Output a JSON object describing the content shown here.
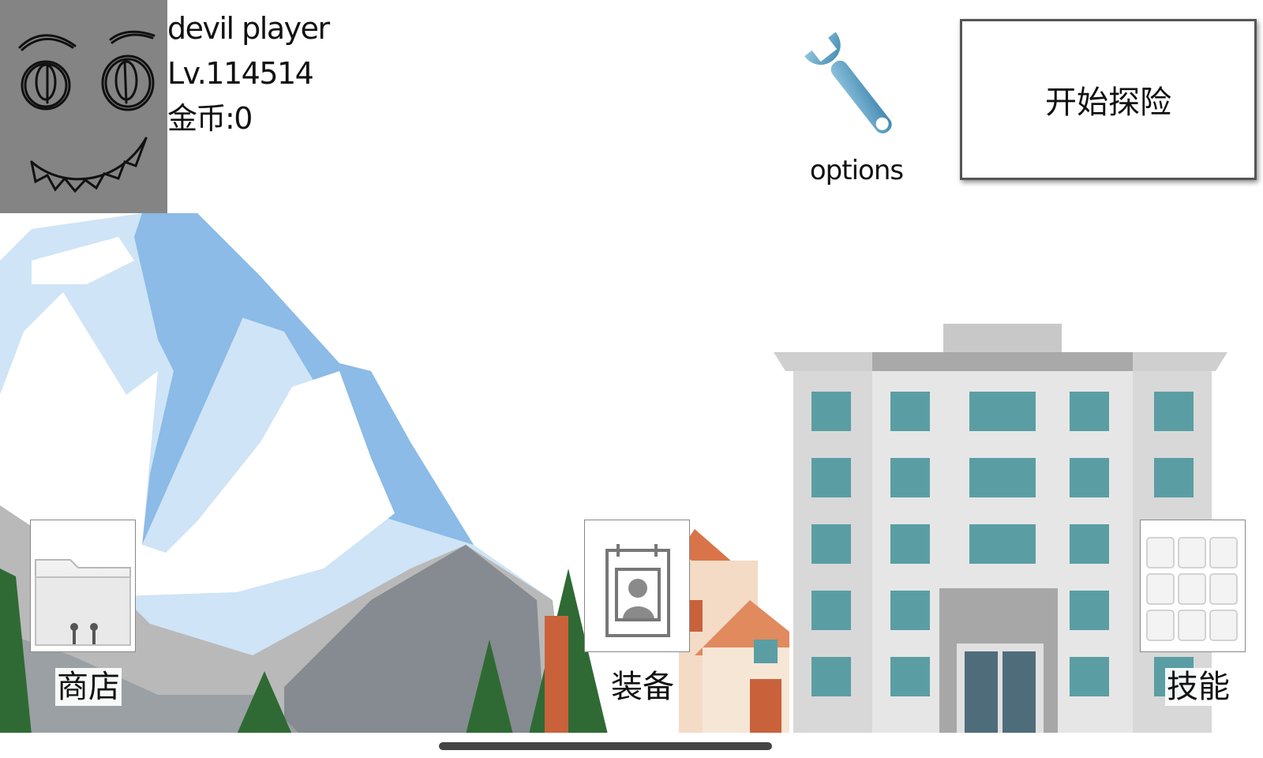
{
  "player": {
    "name": "devil player",
    "level": "Lv.114514",
    "coins": "金币:0"
  },
  "toolbar": {
    "options_label": "options",
    "start_label": "开始探险"
  },
  "bottom_menu": {
    "shop_label": "商店",
    "equipment_label": "装备",
    "skills_label": "技能"
  },
  "icons": {
    "avatar": "devil-face-icon",
    "options": "wrench-icon",
    "shop": "folder-icon",
    "equipment": "id-badge-icon",
    "skills": "grid-icon"
  },
  "colors": {
    "mountain_snow": "#ffffff",
    "mountain_blue": "#8bbbe6",
    "mountain_light_blue": "#cfe4f6",
    "rock": "#8a8f93",
    "tree": "#2f6a34",
    "building": "#d6d6d6",
    "window": "#5a9ea4",
    "avatar_bg": "#848484"
  }
}
